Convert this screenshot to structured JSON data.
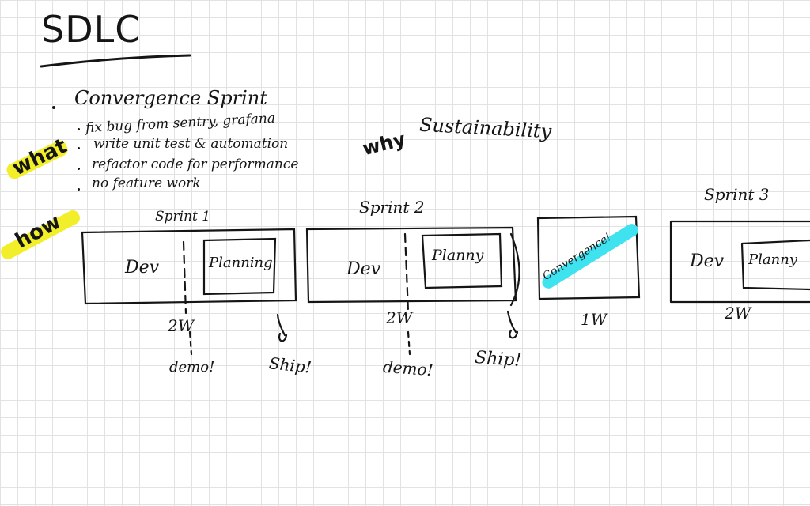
{
  "title": "SDLC",
  "convergence": {
    "heading": "Convergence Sprint",
    "items": [
      "fix bug from sentry, grafana",
      "write unit test & automation",
      "refactor code for performance",
      "no feature work"
    ]
  },
  "side_labels": {
    "what": "what",
    "why": "why",
    "how": "how"
  },
  "why_value": "Sustainability",
  "timeline": {
    "sprint1": {
      "label": "Sprint 1",
      "dev": "Dev",
      "planning": "Planning",
      "duration": "2W",
      "demo": "demo!",
      "ship": "Ship!"
    },
    "sprint2": {
      "label": "Sprint 2",
      "dev": "Dev",
      "planning": "Planny",
      "duration": "2W",
      "demo": "demo!",
      "ship": "Ship!"
    },
    "convergence": {
      "label": "Convergence!",
      "duration": "1W"
    },
    "sprint3": {
      "label": "Sprint 3",
      "dev": "Dev",
      "planning": "Planny",
      "duration": "2W"
    }
  },
  "colors": {
    "yellow_highlight": "#f3ee2a",
    "cyan_highlight": "#3fe3f0",
    "ink": "#151515"
  }
}
